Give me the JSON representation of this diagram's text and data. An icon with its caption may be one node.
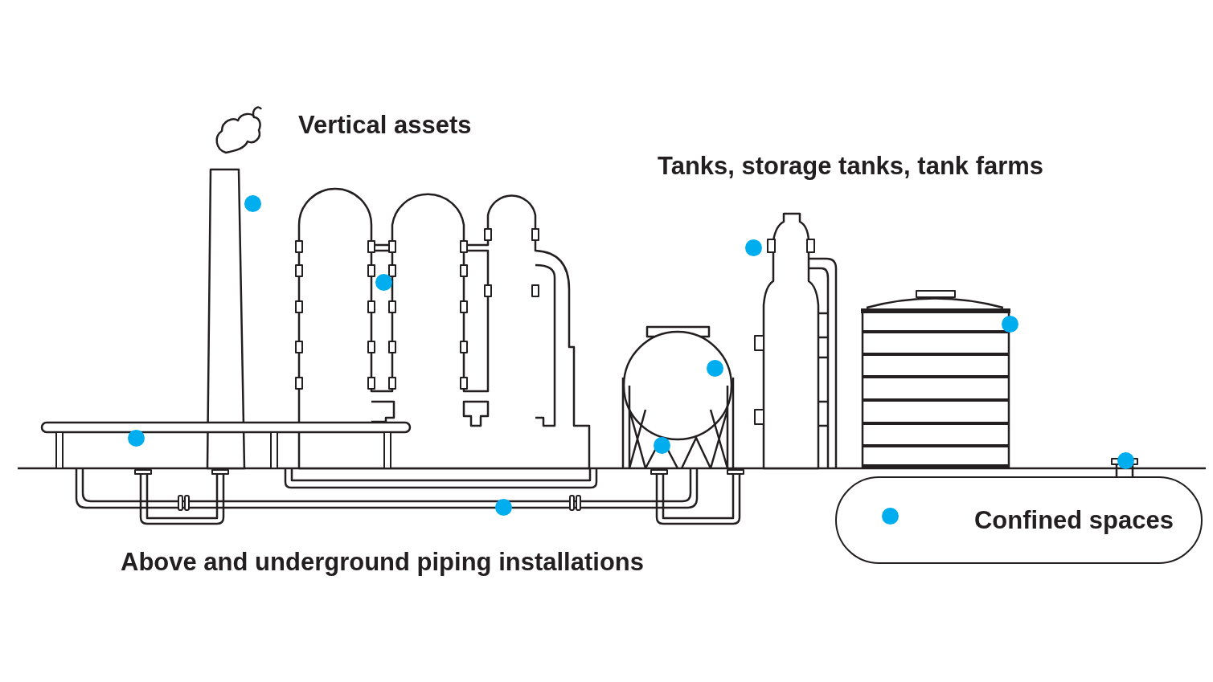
{
  "diagram": {
    "nodes": [
      {
        "text": [
          "Confined spaces"
        ]
      }
    ],
    "labels": [
      "Vertical assets",
      "Tanks, storage tanks, tank farms",
      "Above and underground piping installations"
    ]
  }
}
